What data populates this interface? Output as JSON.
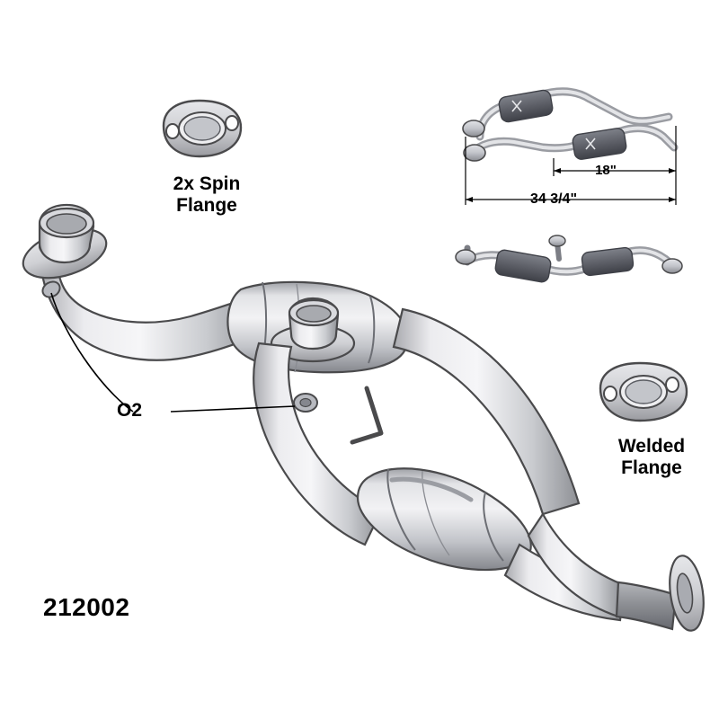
{
  "diagram": {
    "part_number": "212002",
    "labels": {
      "spin_flange": "2x Spin\nFlange",
      "welded_flange": "Welded\nFlange",
      "o2_sensor": "O2"
    },
    "dimensions": {
      "length_upper": "18\"",
      "length_overall": "34 3/4\""
    },
    "colors": {
      "pipe_light": "#e8e8ea",
      "pipe_mid": "#c9cacd",
      "pipe_dark": "#9b9ca1",
      "converter_body": "#d6d7db",
      "flange_gray": "#cfd0d4",
      "flange_dark": "#8f9095",
      "outline": "#4a4a4c",
      "text": "#000000",
      "inset_body": "#b9bbc1",
      "inset_dark": "#5c5e66"
    }
  }
}
